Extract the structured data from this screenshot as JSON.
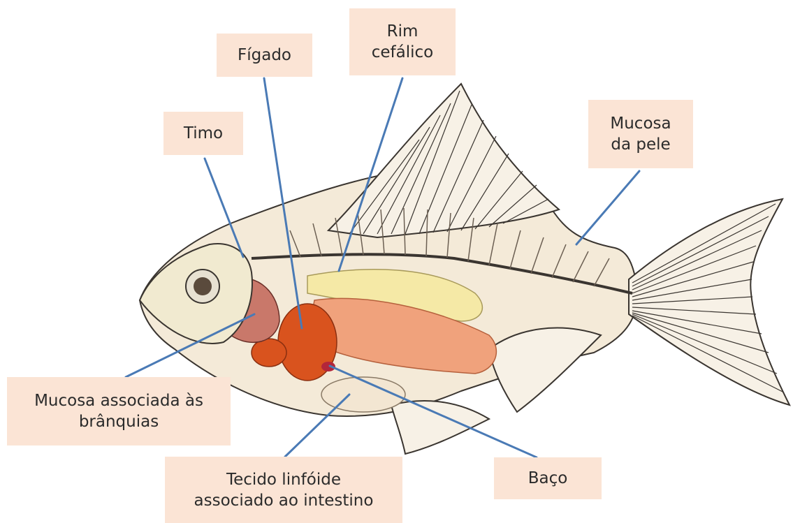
{
  "diagram": {
    "labels": {
      "figado": "Fígado",
      "rim": "Rim\ncefálico",
      "timo": "Timo",
      "mucosa_pele": "Mucosa\nda pele",
      "branquias": "Mucosa associada às\nbrânquias",
      "tecido": "Tecido linfóide\nassociado ao intestino",
      "baco": "Baço"
    },
    "colors": {
      "label_bg": "#fbe4d5",
      "leader_line": "#4a7ab5",
      "body": "#f4ead8",
      "outline": "#3a3530",
      "liver": "#d9531e",
      "intestine": "#f0a27c",
      "swim_bladder": "#f5e9a6",
      "spleen": "#b3263a",
      "gills": "#c9786a"
    }
  }
}
